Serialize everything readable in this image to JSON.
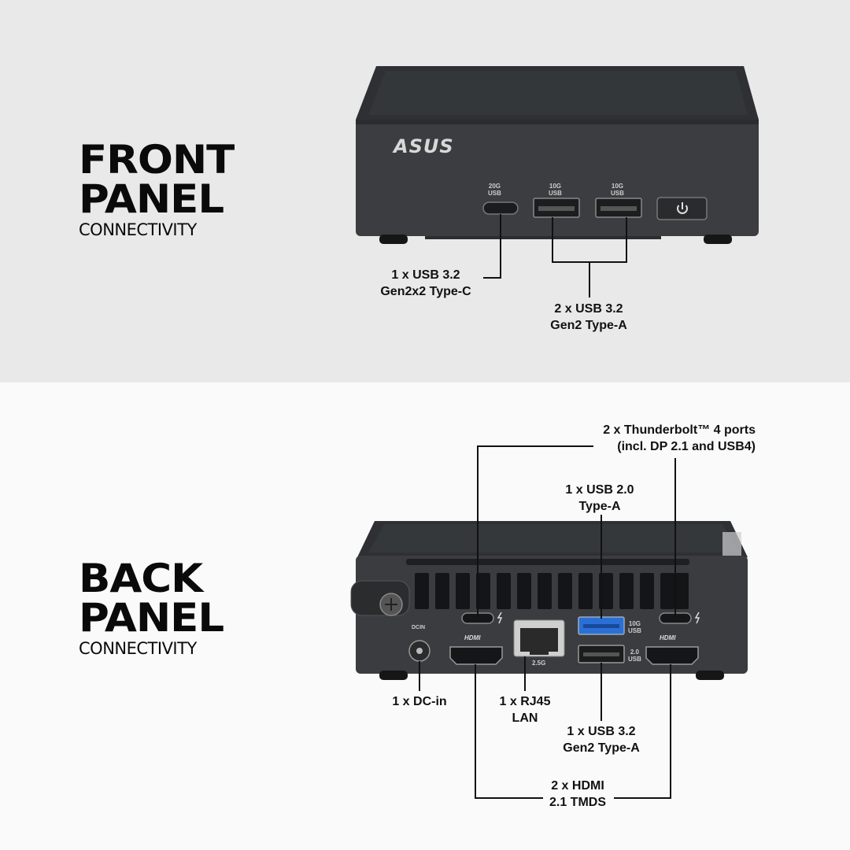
{
  "front": {
    "title_line1": "FRONT",
    "title_line2": "PANEL",
    "subtitle": "CONNECTIVITY",
    "device_logo": "ASUS",
    "port_labels": [
      "20G\nUSB",
      "10G\nUSB",
      "10G\nUSB"
    ],
    "callouts": {
      "usbc": [
        "1 x USB 3.2",
        "Gen2x2 Type-C"
      ],
      "usba": [
        "2 x USB 3.2",
        "Gen2 Type-A"
      ]
    },
    "icons": [
      "power-icon"
    ]
  },
  "back": {
    "title_line1": "BACK",
    "title_line2": "PANEL",
    "subtitle": "CONNECTIVITY",
    "port_labels": {
      "dcin": "DCIN",
      "hdmi": "HDMI",
      "lan": "2.5G",
      "usb_top": "10G\nUSB",
      "usb_bottom": "2.0\nUSB"
    },
    "callouts": {
      "thunderbolt": [
        "2 x Thunderbolt™ 4 ports",
        "(incl. DP 2.1 and USB4)"
      ],
      "usb2": [
        "1 x USB 2.0",
        "Type-A"
      ],
      "dcin": [
        "1 x DC-in"
      ],
      "rj45": [
        "1 x RJ45",
        "LAN"
      ],
      "usb32": [
        "1 x USB 3.2",
        "Gen2 Type-A"
      ],
      "hdmi": [
        "2 x HDMI",
        "2.1 TMDS"
      ]
    }
  },
  "colors": {
    "front_bg": "#e9e9e9",
    "back_bg": "#fafafa",
    "device": "#3a3c3f",
    "usb3_blue": "#2b6fd6"
  }
}
